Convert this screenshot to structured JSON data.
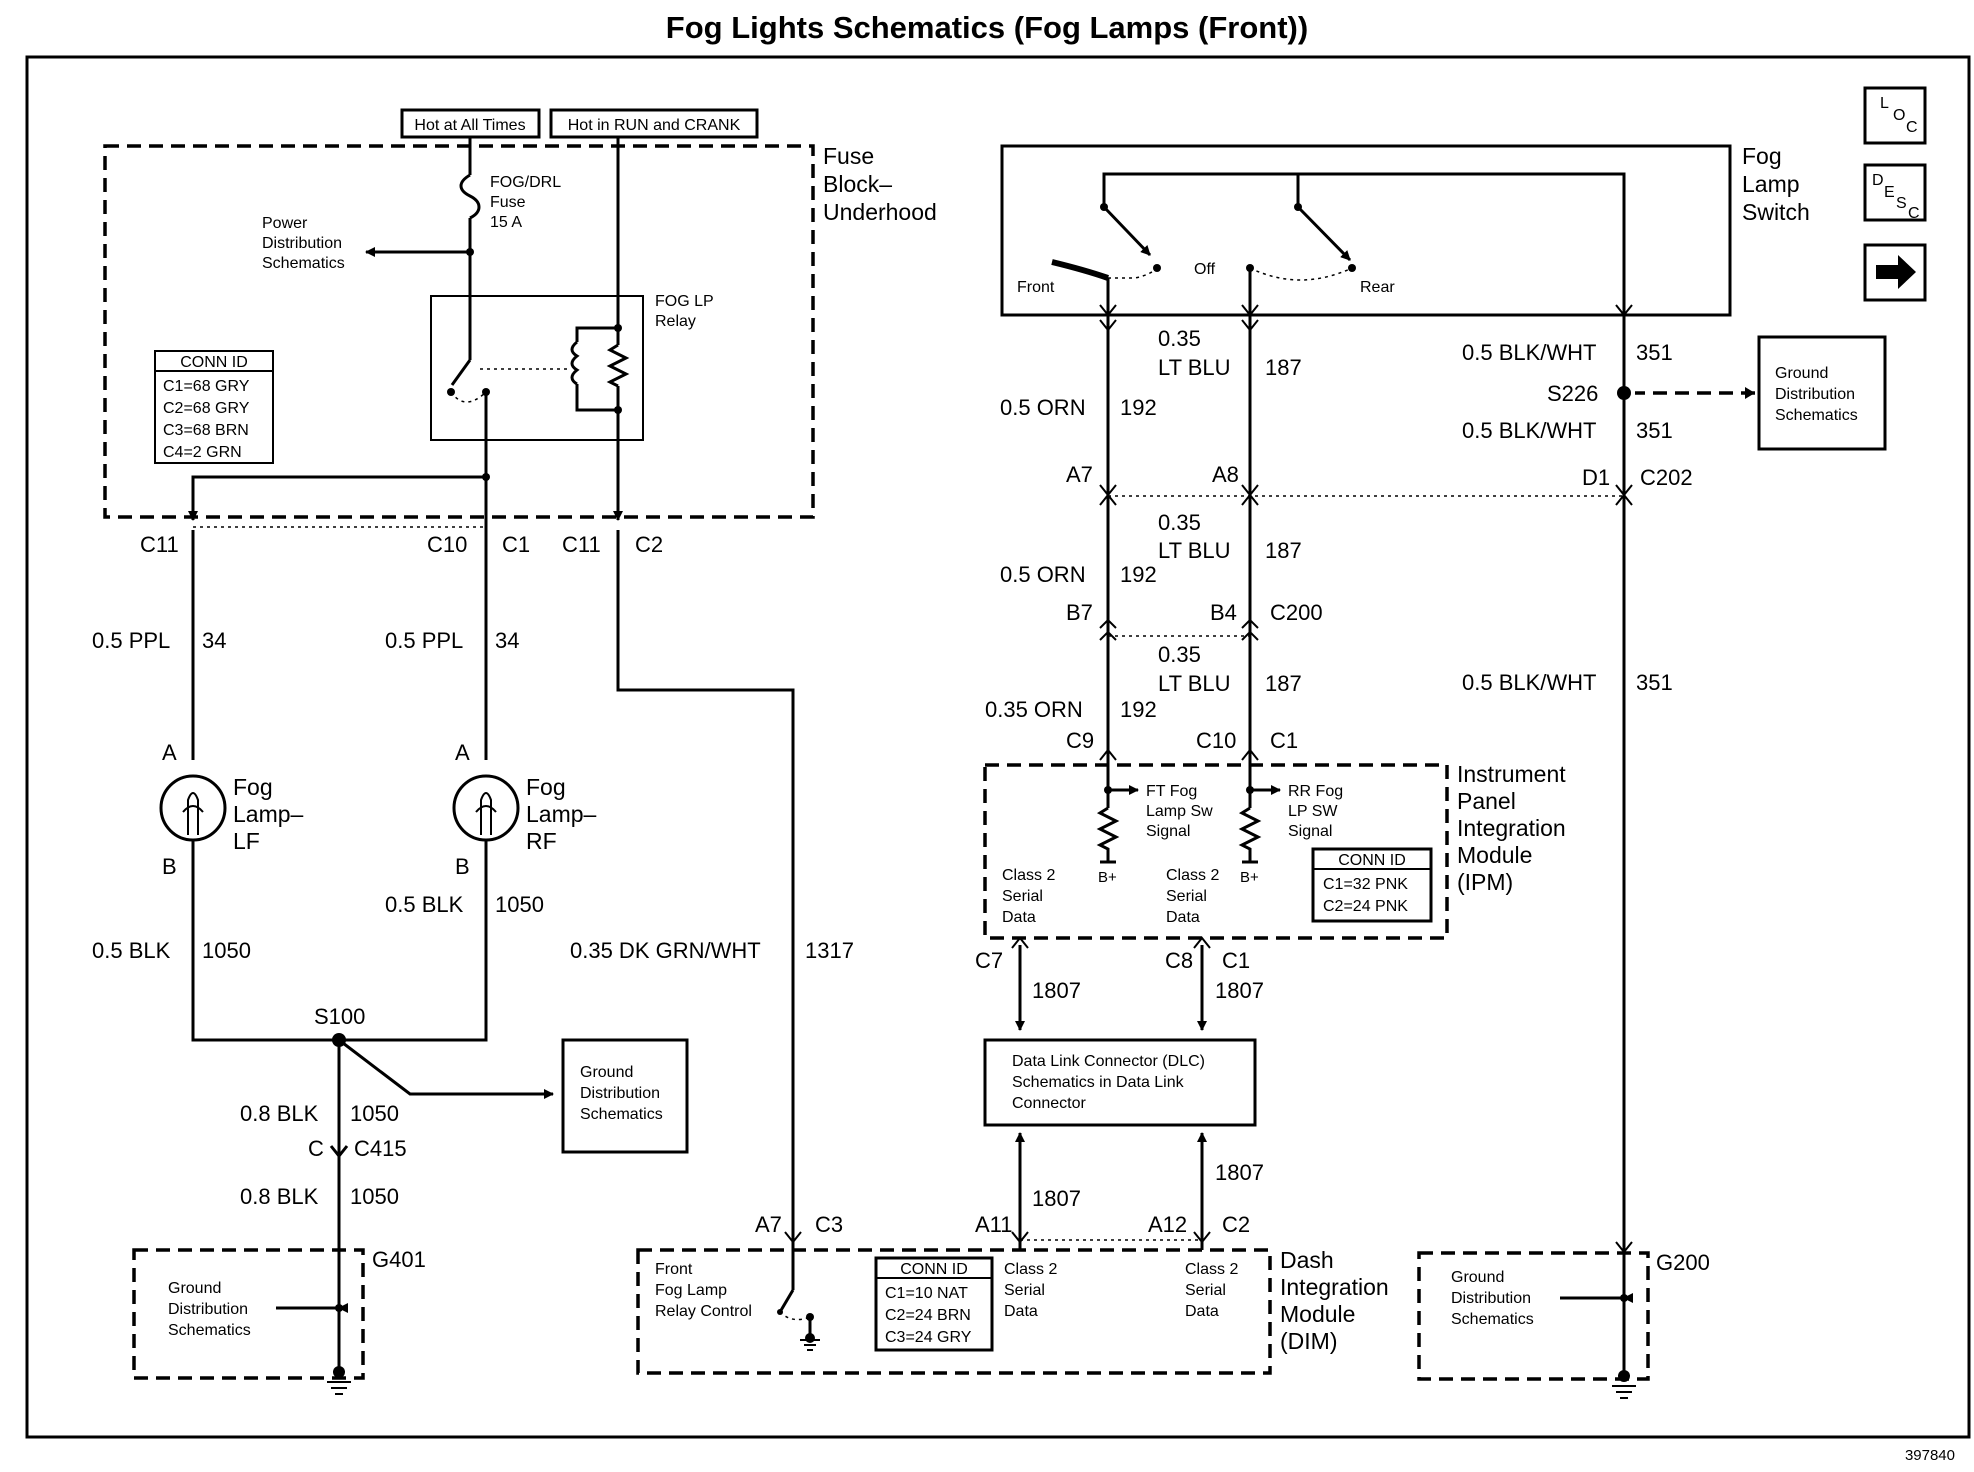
{
  "title": "Fog Lights Schematics (Fog Lamps (Front))",
  "doc_number": "397840",
  "power_labels": {
    "hot_always": "Hot at All Times",
    "hot_run_crank": "Hot in RUN and CRANK"
  },
  "fuse_block": {
    "name": [
      "Fuse",
      "Block–",
      "Underhood"
    ],
    "fuse": [
      "FOG/DRL",
      "Fuse",
      "15 A"
    ],
    "relay": [
      "FOG LP",
      "Relay"
    ],
    "power_ref": [
      "Power",
      "Distribution",
      "Schematics"
    ],
    "conn_id": {
      "header": "CONN ID",
      "rows": [
        "C1=68 GRY",
        "C2=68 GRY",
        "C3=68 BRN",
        "C4=2 GRN"
      ]
    }
  },
  "connectors": {
    "c11_left": "C11",
    "c10": "C10",
    "c1_a": "C1",
    "c11_right": "C11",
    "c2_a": "C2",
    "a7_c202": "A7",
    "a8": "A8",
    "d1": "D1",
    "c202": "C202",
    "b7": "B7",
    "b4": "B4",
    "c200": "C200",
    "c9": "C9",
    "c10_ipm": "C10",
    "c1_ipm": "C1",
    "c7": "C7",
    "c8": "C8",
    "c1_ipm2": "C1",
    "a7_dim": "A7",
    "c3": "C3",
    "a11": "A11",
    "a12": "A12",
    "c2_dim": "C2",
    "c": "C",
    "c415": "C415",
    "g401": "G401",
    "g200": "G200",
    "s100": "S100",
    "s226": "S226"
  },
  "wires": {
    "ppl_lf": "0.5 PPL",
    "ppl_lf_num": "34",
    "ppl_rf": "0.5 PPL",
    "ppl_rf_num": "34",
    "blk_lf": "0.5 BLK",
    "blk_lf_num": "1050",
    "blk_rf": "0.5 BLK",
    "blk_rf_num": "1050",
    "blk08_a": "0.8 BLK",
    "blk08_a_num": "1050",
    "blk08_b": "0.8 BLK",
    "blk08_b_num": "1050",
    "dkgrn": "0.35 DK GRN/WHT",
    "dkgrn_num": "1317",
    "ltblu_size": "0.35",
    "ltblu_color": "LT BLU",
    "ltblu_num": "187",
    "orn": "0.5 ORN",
    "orn_num": "192",
    "orn035": "0.35 ORN",
    "blkwht": "0.5 BLK/WHT",
    "blkwht_num": "351",
    "d1807": "1807"
  },
  "lamps": {
    "pin_a": "A",
    "pin_b": "B",
    "lf": [
      "Fog",
      "Lamp–",
      "LF"
    ],
    "rf": [
      "Fog",
      "Lamp–",
      "RF"
    ]
  },
  "switch": {
    "name": [
      "Fog",
      "Lamp",
      "Switch"
    ],
    "front": "Front",
    "off": "Off",
    "rear": "Rear"
  },
  "ground_ref": [
    "Ground",
    "Distribution",
    "Schematics"
  ],
  "ipm": {
    "name": [
      "Instrument",
      "Panel",
      "Integration",
      "Module",
      "(IPM)"
    ],
    "ft_signal": [
      "FT Fog",
      "Lamp Sw",
      "Signal"
    ],
    "rr_signal": [
      "RR Fog",
      "LP SW",
      "Signal"
    ],
    "bplus": "B+",
    "class2": [
      "Class 2",
      "Serial",
      "Data"
    ],
    "conn_id": {
      "header": "CONN ID",
      "rows": [
        "C1=32 PNK",
        "C2=24 PNK"
      ]
    }
  },
  "dlc": [
    "Data Link Connector (DLC)",
    "Schematics in Data Link",
    "Connector"
  ],
  "dim": {
    "name": [
      "Dash",
      "Integration",
      "Module",
      "(DIM)"
    ],
    "relay_control": [
      "Front",
      "Fog Lamp",
      "Relay Control"
    ],
    "class2": [
      "Class 2",
      "Serial",
      "Data"
    ],
    "conn_id": {
      "header": "CONN ID",
      "rows": [
        "C1=10 NAT",
        "C2=24 BRN",
        "C3=24 GRY"
      ]
    }
  },
  "side_icons": {
    "loc": [
      "L",
      "O",
      "C"
    ],
    "desc": [
      "D",
      "E",
      "S",
      "C"
    ],
    "next": "arrow-right-icon"
  }
}
